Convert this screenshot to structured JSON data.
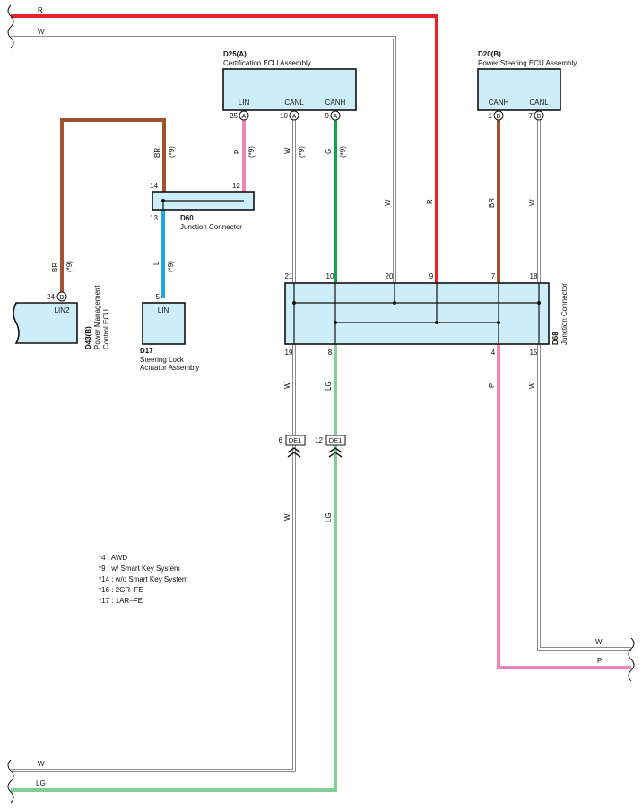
{
  "colors": {
    "R": "#e8202a",
    "W": "#c4c4c4",
    "P": "#ee86b8",
    "G": "#14a04a",
    "BR": "#a0522d",
    "L": "#1ca7e0",
    "LG": "#7fcf96",
    "box_fill": "#cdeef8"
  },
  "components": {
    "d25": {
      "code": "D25(A)",
      "name": "Certification ECU Assembly",
      "pins": [
        "LIN",
        "CANL",
        "CANH"
      ],
      "pin_nums": [
        "25",
        "10",
        "9"
      ],
      "conn": "A"
    },
    "d20": {
      "code": "D20(B)",
      "name": "Power Steering ECU Assembly",
      "pins": [
        "CANH",
        "CANL"
      ],
      "pin_nums": [
        "1",
        "7"
      ],
      "conn": "B"
    },
    "d60": {
      "code": "D60",
      "name": "Junction Connector",
      "pin_nums": [
        "14",
        "12",
        "13"
      ]
    },
    "d43": {
      "code": "D43(B)",
      "name1": "Power Management",
      "name2": "Control ECU",
      "pin": "LIN2",
      "pin_num": "24",
      "conn": "B"
    },
    "d17": {
      "code": "D17",
      "name1": "Steering Lock",
      "name2": "Actuator Assembly",
      "pin": "LIN",
      "pin_num": "5"
    },
    "d68": {
      "code": "D68",
      "name": "Junction Connector",
      "top_pins": [
        "21",
        "10",
        "20",
        "9",
        "7",
        "18"
      ],
      "bottom_pins": [
        "19",
        "8",
        "4",
        "15"
      ]
    },
    "de1_left": {
      "code": "DE1",
      "pin_num": "6"
    },
    "de1_right": {
      "code": "DE1",
      "pin_num": "12"
    }
  },
  "wire_labels": {
    "top_r": "R",
    "top_w": "W",
    "br_d43": "BR",
    "br_d43_note": "(*9)",
    "br_d60": "BR",
    "br_d60_note": "(*9)",
    "p_d25": "P",
    "p_d25_note": "(*9)",
    "w_d25": "W",
    "w_d25_note": "(*9)",
    "g_d25": "G",
    "g_d25_note": "(*9)",
    "l_d17": "L",
    "l_d17_note": "(*9)",
    "w_mid": "W",
    "r_mid": "R",
    "br_d20": "BR",
    "w_d20": "W",
    "w_19": "W",
    "lg_8": "LG",
    "p_4": "P",
    "w_15": "W",
    "w_low": "W",
    "lg_low": "LG",
    "w_right": "W",
    "p_right": "P",
    "w_bottom": "W",
    "lg_bottom": "LG"
  },
  "notes": [
    "*4 : AWD",
    "*9 : w/ Smart Key System",
    "*14 : w/o Smart Key System",
    "*16 : 2GR–FE",
    "*17 : 1AR–FE"
  ]
}
